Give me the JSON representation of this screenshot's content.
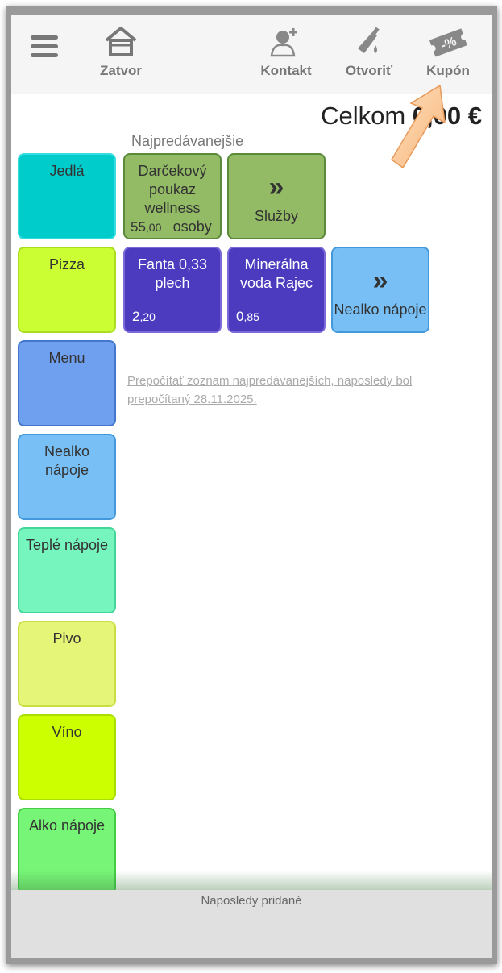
{
  "header": {
    "menu_icon": "hamburger-icon",
    "buttons": [
      {
        "label": "Zatvor",
        "icon": "house-icon"
      },
      {
        "label": "Kontakt",
        "icon": "add-person-icon"
      },
      {
        "label": "Otvoriť",
        "icon": "bottle-drop-icon"
      },
      {
        "label": "Kupón",
        "icon": "coupon-percent-icon"
      }
    ]
  },
  "total": {
    "label": "Celkom",
    "value": "0,00 €"
  },
  "bestsellers_title": "Najpredávanejšie",
  "categories": [
    {
      "label": "Jedlá",
      "color": "#00cccc",
      "border": "#33dddd"
    },
    {
      "label": "Pizza",
      "color": "#ccff33",
      "border": "#aadd22"
    },
    {
      "label": "Menu",
      "color": "#6fa0f0",
      "border": "#4477cc"
    },
    {
      "label": "Nealko nápoje",
      "color": "#77bff5",
      "border": "#4499dd"
    },
    {
      "label": "Teplé nápoje",
      "color": "#77f5bf",
      "border": "#44d699"
    },
    {
      "label": "Pivo",
      "color": "#e5f577",
      "border": "#ccdd44"
    },
    {
      "label": "Víno",
      "color": "#ccff00",
      "border": "#aadd00"
    },
    {
      "label": "Alko nápoje",
      "color": "#77f577",
      "border": "#44cc44"
    }
  ],
  "products": [
    {
      "name": "Darčekový poukaz wellness osoby",
      "price_int": "55",
      "price_dec": ",00",
      "color": "#93bb66",
      "border": "#5a8a3a",
      "text": "#333"
    },
    {
      "name": "Fanta 0,33 plech",
      "price_int": "2",
      "price_dec": ",20",
      "color": "#4d3bbf",
      "border": "#7a6ad8",
      "text": "#fff"
    },
    {
      "name": "Minerálna voda Rajec",
      "price_int": "0",
      "price_dec": ",85",
      "color": "#4d3bbf",
      "border": "#7a6ad8",
      "text": "#fff"
    }
  ],
  "more": [
    {
      "label": "Služby",
      "icon": "double-chevron-right-icon",
      "color": "#93bb66",
      "border": "#5a8a3a"
    },
    {
      "label": "Nealko nápoje",
      "icon": "double-chevron-right-icon",
      "color": "#77bff5",
      "border": "#4499dd"
    }
  ],
  "recalc_link": "Prepočítať zoznam najpredávanejších, naposledy bol prepočítaný 28.11.2025.",
  "footer_title": "Naposledy pridané"
}
